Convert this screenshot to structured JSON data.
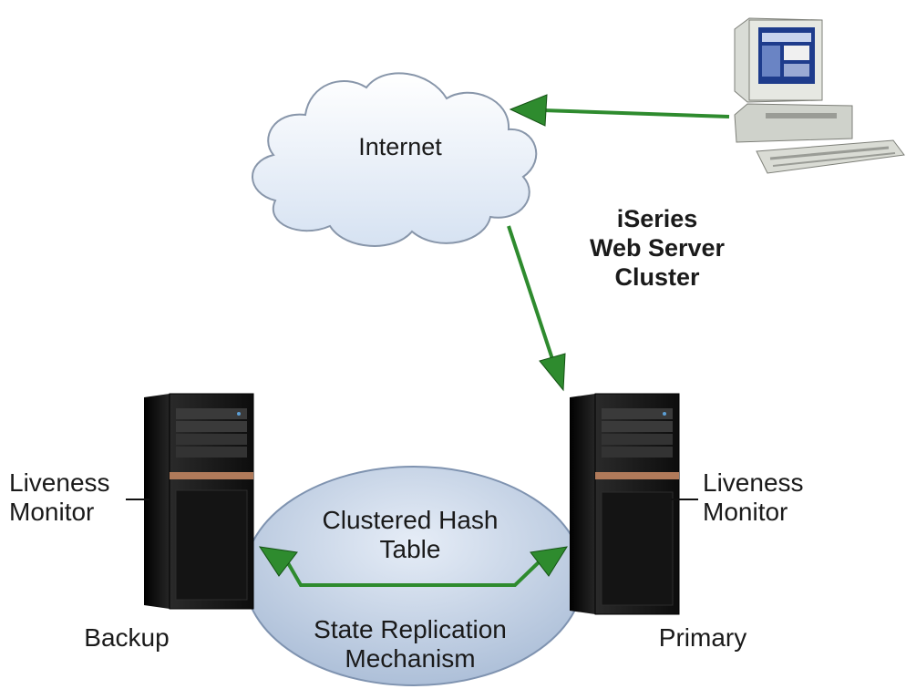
{
  "internet_label": "Internet",
  "cluster_label": [
    "iSeries",
    "Web Server",
    "Cluster"
  ],
  "hash_table_label": [
    "Clustered Hash",
    "Table"
  ],
  "replication_label": [
    "State Replication",
    "Mechanism"
  ],
  "backup_label": "Backup",
  "primary_label": "Primary",
  "liveness_left": [
    "Liveness",
    "Monitor"
  ],
  "liveness_right": [
    "Liveness",
    "Monitor"
  ],
  "colors": {
    "arrow": "#2e8b2e",
    "cloud_fill": "#eef3fa",
    "ellipse_fill": "#c4d1e3",
    "server_body": "#1c1c1c"
  }
}
